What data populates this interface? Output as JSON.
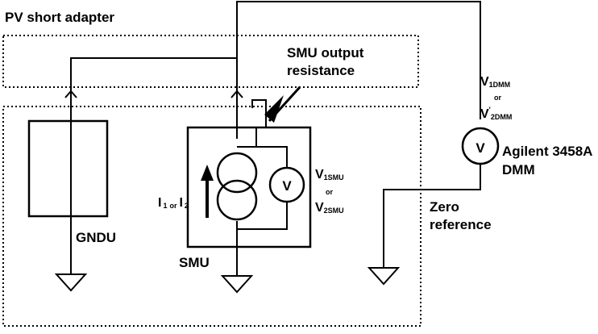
{
  "labels": {
    "adapter": "PV short adapter",
    "smu_output": "SMU output",
    "resistance": "resistance",
    "gndu": "GNDU",
    "smu": "SMU",
    "meter_symbol": "V",
    "dmm_name": "Agilent 3458A",
    "dmm": "DMM",
    "zero": "Zero",
    "reference": "reference",
    "v1dmm_main": "V",
    "v1dmm_sub": "1DMM",
    "or": "or",
    "v2dmm_main": "V",
    "v2dmm_prime": "'",
    "v2dmm_sub": "2DMM",
    "v1smu_main": "V",
    "v1smu_sub": "1SMU",
    "v2smu_main": "V",
    "v2smu_sub": "2SMU",
    "i1_main": "I",
    "i1_sub": "1",
    "i2_main": "I",
    "i2_sub": "2"
  },
  "colors": {
    "line": "#000000",
    "background": "#ffffff"
  }
}
